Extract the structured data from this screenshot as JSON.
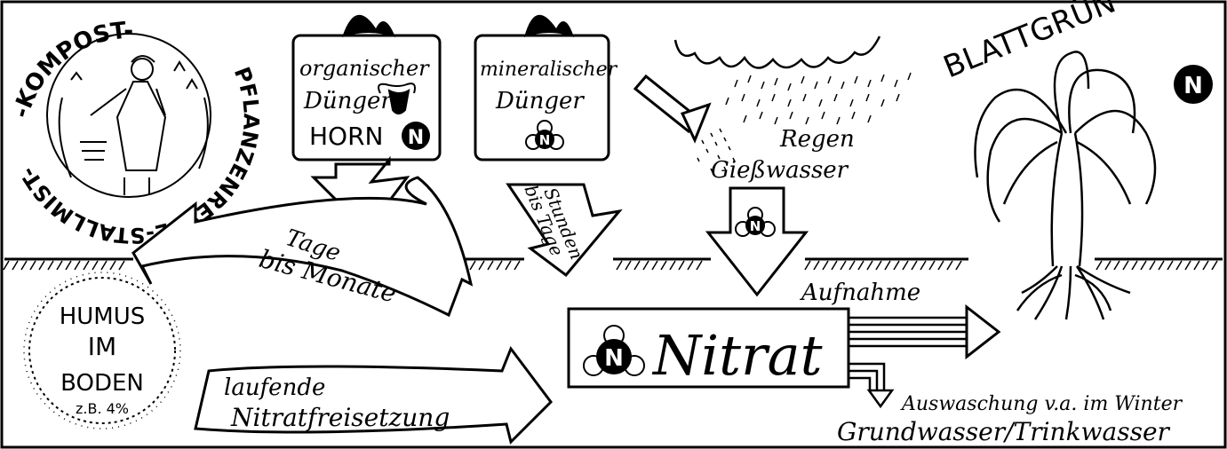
{
  "compost_circle": {
    "top_arc": "-KOMPOST-",
    "bottom_arc": "PFLANZENRESTE-STALLMIST-"
  },
  "organic_box": {
    "line1": "organischer",
    "line2": "Dünger",
    "line3": "HORN",
    "badge": "N"
  },
  "mineral_box": {
    "line1": "mineralischer",
    "line2": "Dünger",
    "badge": "N"
  },
  "rain": {
    "line1": "Regen",
    "line2": "Gießwasser",
    "badge": "N"
  },
  "plant": {
    "label": "BLATTGRÜN",
    "badge": "N"
  },
  "arrows": {
    "organic_time_1": "Tage",
    "organic_time_2": "bis Monate",
    "mineral_time_1": "Stunden",
    "mineral_time_2": "bis Tage",
    "release_1": "laufende",
    "release_2": "Nitratfreisetzung",
    "uptake": "Aufnahme"
  },
  "humus": {
    "line1": "HUMUS",
    "line2": "IM",
    "line3": "BODEN",
    "line4": "z.B. 4%"
  },
  "nitrate": {
    "label": "Nitrat",
    "badge": "N"
  },
  "leaching": {
    "line1": "Auswaschung v.a. im Winter",
    "line2": "Grundwasser/Trinkwasser"
  }
}
